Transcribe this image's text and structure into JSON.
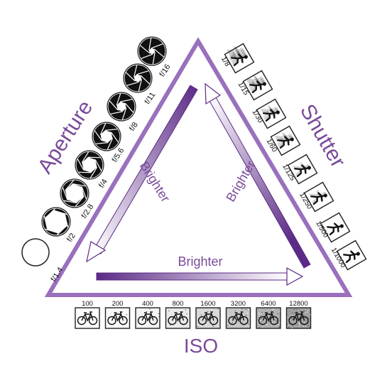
{
  "colors": {
    "triangle": "#9a70bd",
    "label": "#7a4b9a",
    "arrow_dark": "#5b2a86",
    "arrow_light": "#ffffff",
    "aperture_blade": "#111111",
    "text": "#111111"
  },
  "labels": {
    "aperture": "Aperture",
    "shutter": "Shutter",
    "iso": "ISO",
    "brighter_left": "Brighter",
    "brighter_right": "Brighter",
    "brighter_bottom": "Brighter"
  },
  "aperture": {
    "icon": "aperture-diaphragm-icon",
    "stops": [
      {
        "label": "f/1.4",
        "closed": 0.0
      },
      {
        "label": "f/2",
        "closed": 0.2
      },
      {
        "label": "f/2.8",
        "closed": 0.35
      },
      {
        "label": "f/4",
        "closed": 0.5
      },
      {
        "label": "f/5.6",
        "closed": 0.62
      },
      {
        "label": "f/8",
        "closed": 0.72
      },
      {
        "label": "f/11",
        "closed": 0.8
      },
      {
        "label": "f/16",
        "closed": 0.87
      }
    ]
  },
  "shutter": {
    "icon": "running-figure-icon",
    "speeds": [
      {
        "label": "1/8",
        "blur": 1.0
      },
      {
        "label": "1/15",
        "blur": 0.85
      },
      {
        "label": "1/30",
        "blur": 0.6
      },
      {
        "label": "1/60",
        "blur": 0.45
      },
      {
        "label": "1/125",
        "blur": 0.3
      },
      {
        "label": "1/250",
        "blur": 0.15
      },
      {
        "label": "1/500",
        "blur": 0.05
      },
      {
        "label": "1/1000",
        "blur": 0.0
      }
    ]
  },
  "iso": {
    "icon": "bicycle-icon",
    "values": [
      {
        "label": "100",
        "noise": 0.0
      },
      {
        "label": "200",
        "noise": 0.05
      },
      {
        "label": "400",
        "noise": 0.1
      },
      {
        "label": "800",
        "noise": 0.2
      },
      {
        "label": "1600",
        "noise": 0.35
      },
      {
        "label": "3200",
        "noise": 0.5
      },
      {
        "label": "6400",
        "noise": 0.7
      },
      {
        "label": "12800",
        "noise": 0.85
      }
    ]
  }
}
